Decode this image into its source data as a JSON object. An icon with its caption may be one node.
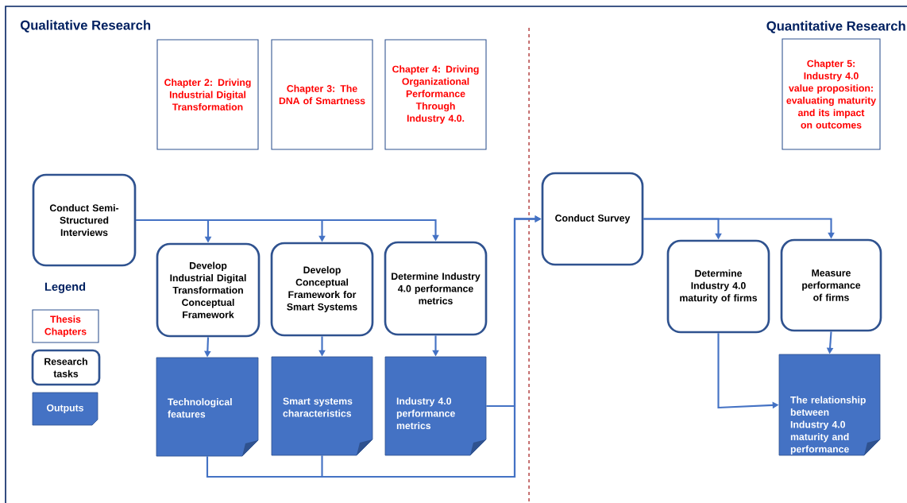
{
  "diagram": {
    "nodes": [
      {
        "text": [
          "Chapter 2: Driving Industrial Digital Transformation"
        ]
      },
      {
        "text": [
          "Chapter 3: The DNA of Smartness"
        ]
      },
      {
        "text": [
          "Chapter 4: Driving Organizational Performance Through Industry 4.0."
        ]
      },
      {
        "text": [
          "Chapter 5: Industry 4.0 value proposition: evaluating maturity and its impact on outcomes"
        ]
      },
      {
        "text": [
          "Conduct Semi-Structured Interviews"
        ]
      },
      {
        "text": [
          "Develop Industrial Digital Transformation Conceptual Framework"
        ]
      },
      {
        "text": [
          "Develop Conceptual Framework for Smart Systems"
        ]
      },
      {
        "text": [
          "Determine Industry 4.0 performance metrics"
        ]
      },
      {
        "text": [
          "Technological features"
        ]
      },
      {
        "text": [
          "Smart systems characteristics"
        ]
      },
      {
        "text": [
          "Industry 4.0 performance metrics"
        ]
      },
      {
        "text": [
          "Conduct Survey"
        ]
      },
      {
        "text": [
          "Determine Industry 4.0 maturity of firms"
        ]
      },
      {
        "text": [
          "Measure performance of firms"
        ]
      },
      {
        "text": [
          "The relationship between Industry 4.0 maturity and performance"
        ]
      }
    ],
    "edges": [
      {
        "from": 4,
        "to": 5,
        "arrow": "to"
      },
      {
        "from": 4,
        "to": 6,
        "arrow": "to"
      },
      {
        "from": 4,
        "to": 7,
        "arrow": "to"
      },
      {
        "from": 5,
        "to": 8,
        "arrow": "to"
      },
      {
        "from": 6,
        "to": 9,
        "arrow": "to"
      },
      {
        "from": 7,
        "to": 10,
        "arrow": "to"
      },
      {
        "from": 8,
        "to": 11,
        "arrow": "to"
      },
      {
        "from": 9,
        "to": 11,
        "arrow": "to"
      },
      {
        "from": 10,
        "to": 11,
        "arrow": "to"
      },
      {
        "from": 11,
        "to": 12,
        "arrow": "to"
      },
      {
        "from": 11,
        "to": 13,
        "arrow": "to"
      },
      {
        "from": 13,
        "to": 14,
        "arrow": "to"
      },
      {
        "from": 12,
        "to": 14,
        "arrow": "to"
      }
    ],
    "labels": [
      "Qualitative Research",
      "Quantitative Research",
      "Legend"
    ],
    "legend": [
      {
        "text": "Thesis Chapters"
      },
      {
        "text": "Research tasks"
      },
      {
        "text": "Outputs",
        "color": "#4472c4"
      }
    ]
  }
}
